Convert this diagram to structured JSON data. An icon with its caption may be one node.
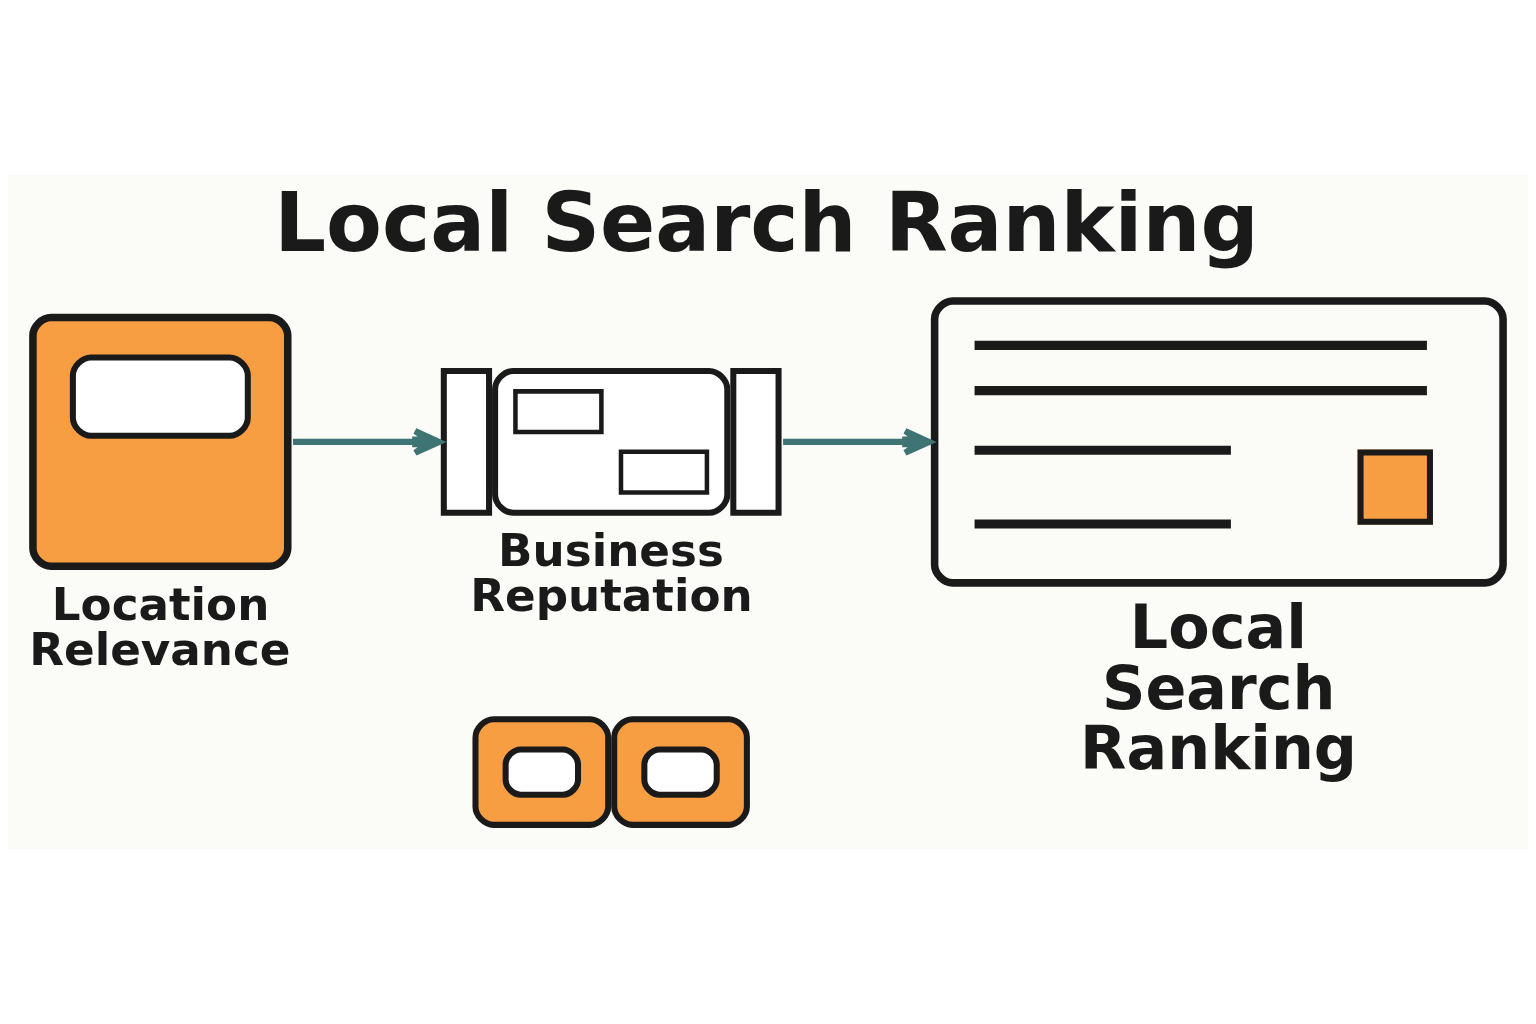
{
  "diagram": {
    "title": "Local Search Ranking",
    "nodes": [
      {
        "text": [
          "Location Relevance"
        ]
      },
      {
        "text": [
          "Business Reputation"
        ]
      },
      {
        "text": [
          "Local Search Ranking"
        ]
      },
      {
        "text": [],
        "shape": "picture"
      }
    ],
    "edges": [
      {
        "from": 0,
        "to": 1,
        "arrow": "to"
      },
      {
        "from": 1,
        "to": 2,
        "arrow": "to"
      }
    ]
  }
}
